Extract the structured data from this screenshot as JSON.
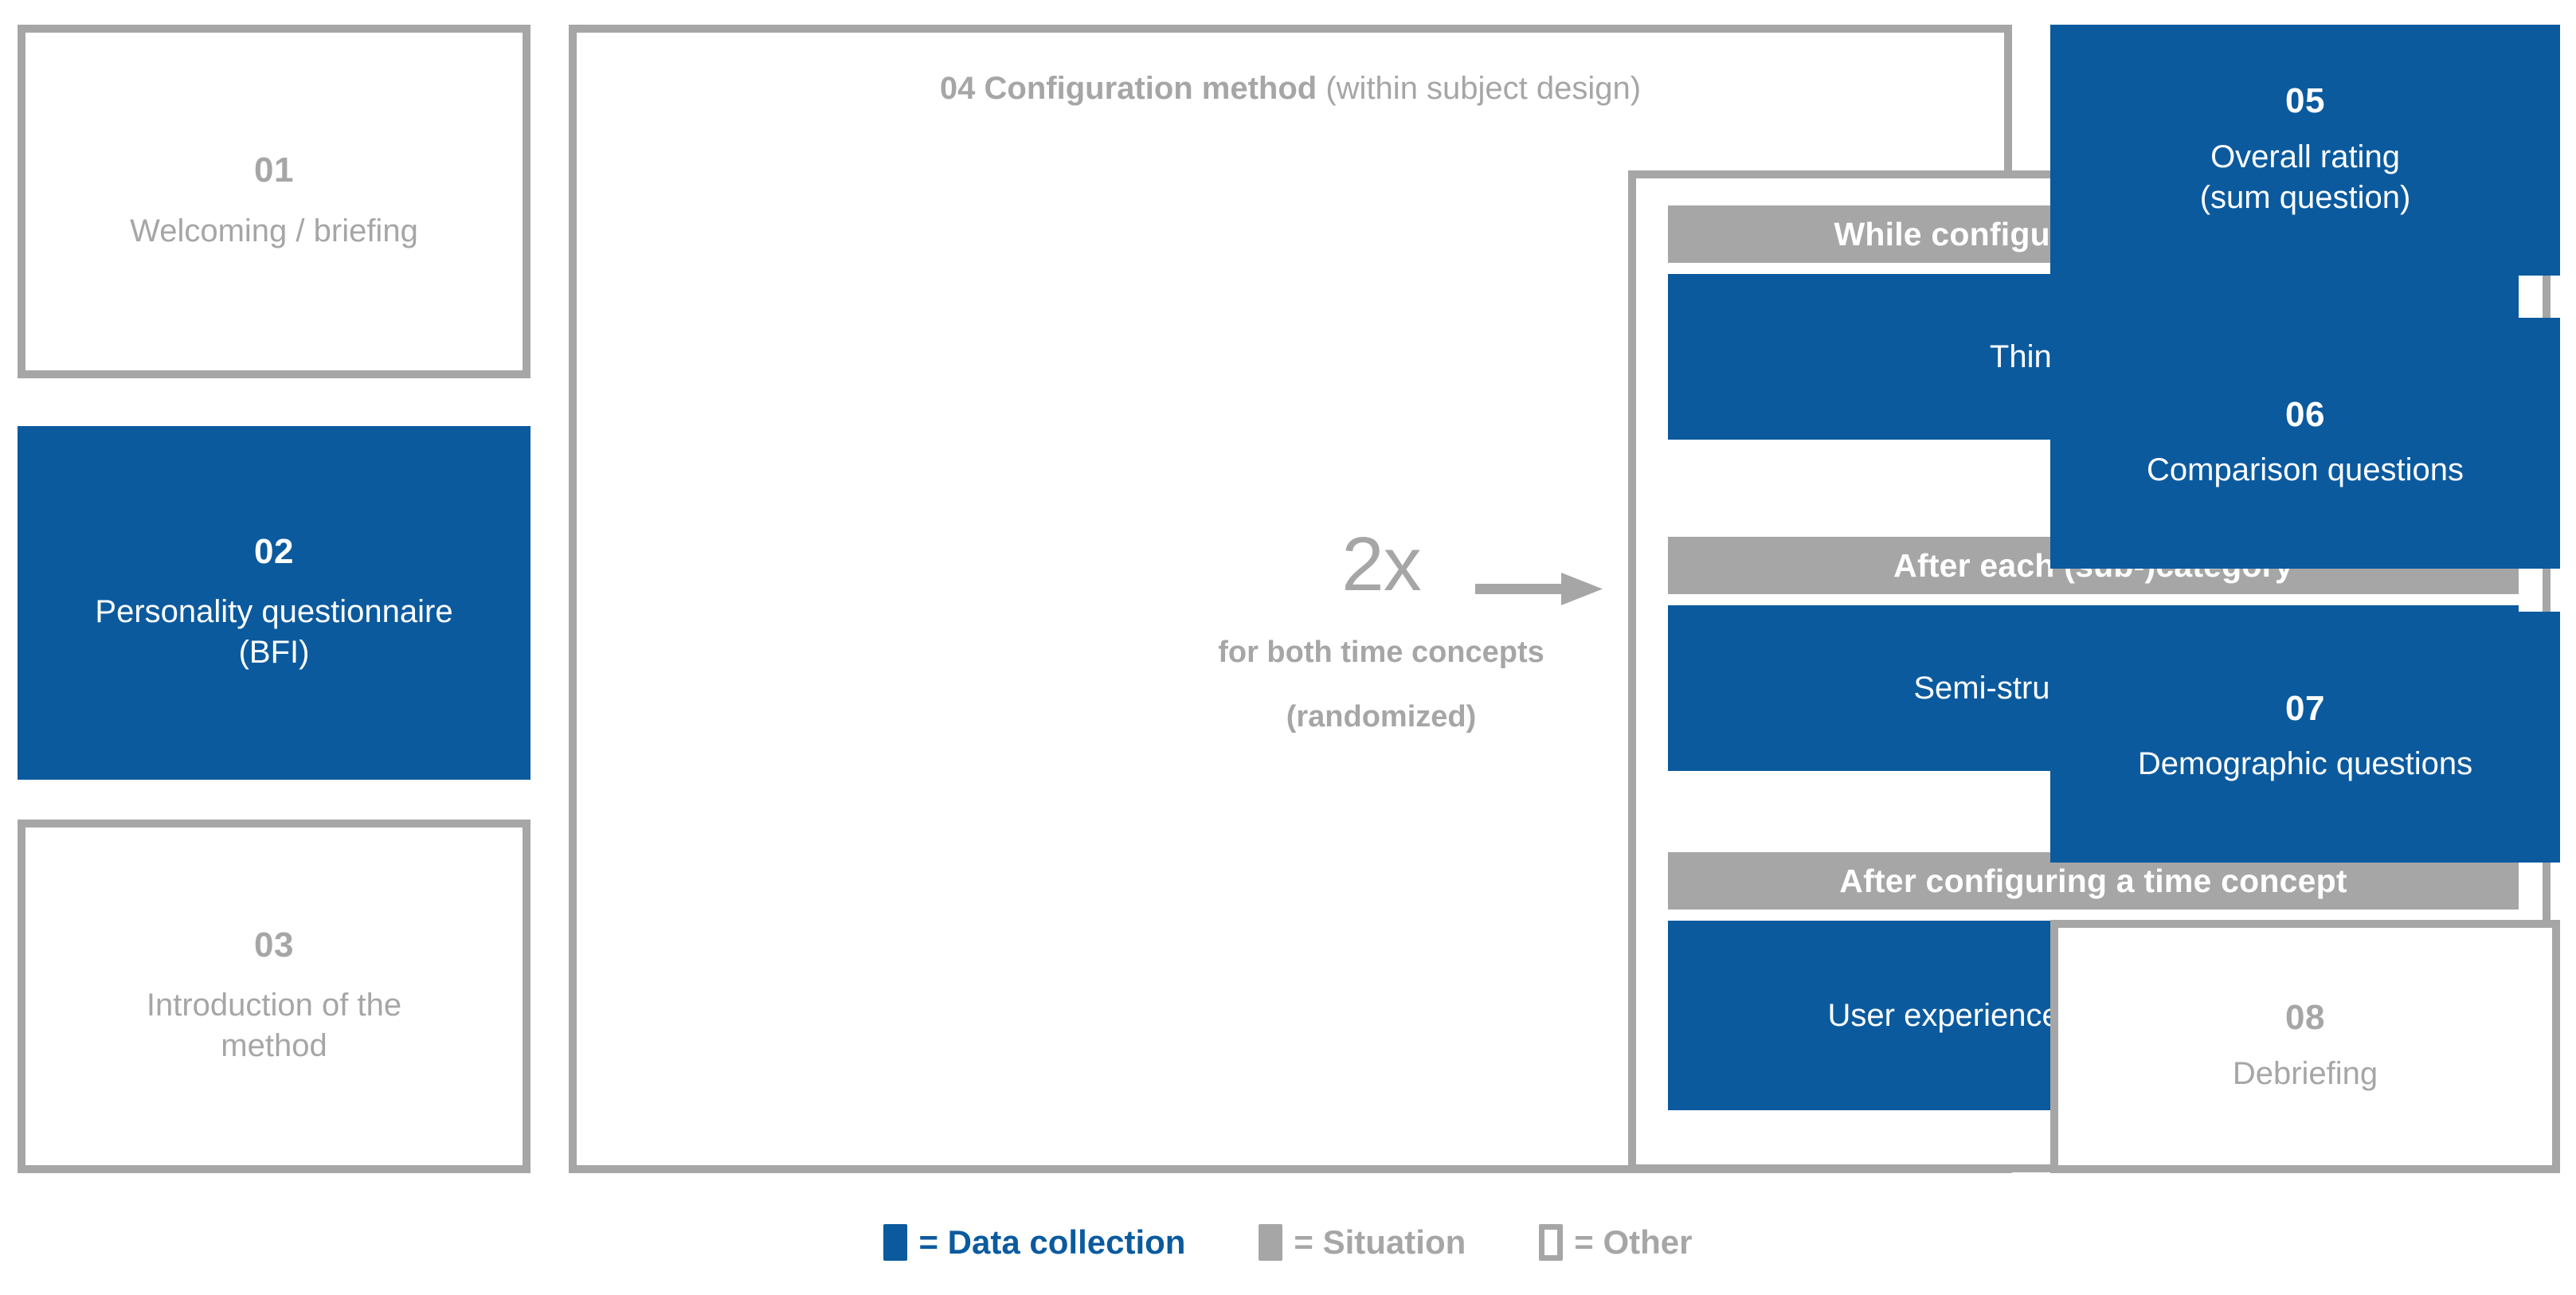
{
  "diagram": {
    "left_column": [
      {
        "number": "01",
        "label": "Welcoming / briefing",
        "style": "outline",
        "category": "Other"
      },
      {
        "number": "02",
        "label": "Personality questionnaire (BFI)",
        "label_line_1": "Personality questionnaire",
        "label_line_2": "(BFI)",
        "style": "filled",
        "category": "Data collection"
      },
      {
        "number": "03",
        "label": "Introduction of the method",
        "label_line_1": "Introduction of the",
        "label_line_2": "method",
        "style": "outline",
        "category": "Other"
      }
    ],
    "center_panel": {
      "title_strong": "04 Configuration method",
      "title_regular": " (within subject design)",
      "repeat": {
        "count": "2x",
        "note_line_1": "for both time concepts",
        "note_line_2": "(randomized)",
        "arrow_icon": "arrow-right-icon"
      },
      "groups": [
        {
          "situation": "While configuring a time concept",
          "data_collection": "Thinking aloud"
        },
        {
          "situation": "After each (sub-)category",
          "data_collection": "Semi-structured interview"
        },
        {
          "situation": "After configuring a time concept",
          "data_collection": "User experience questionnaire (UEQ)"
        }
      ]
    },
    "right_column": [
      {
        "number": "05",
        "label": "Overall rating (sum question)",
        "label_line_1": "Overall rating",
        "label_line_2": "(sum question)",
        "style": "filled",
        "category": "Data collection"
      },
      {
        "number": "06",
        "label": "Comparison questions",
        "style": "filled",
        "category": "Data collection"
      },
      {
        "number": "07",
        "label": "Demographic questions",
        "style": "filled",
        "category": "Data collection"
      },
      {
        "number": "08",
        "label": "Debriefing",
        "style": "outline",
        "category": "Other"
      }
    ],
    "legend": [
      {
        "swatch": "blue-filled-square",
        "text": "= Data collection"
      },
      {
        "swatch": "gray-filled-square",
        "text": "= Situation"
      },
      {
        "swatch": "white-outline-square",
        "text": "= Other"
      }
    ],
    "colors": {
      "data_collection": "#0b5a9e",
      "situation": "#a6a6a6",
      "other_border": "#a6a6a6",
      "background": "#ffffff",
      "text_on_fill": "#ffffff"
    }
  }
}
